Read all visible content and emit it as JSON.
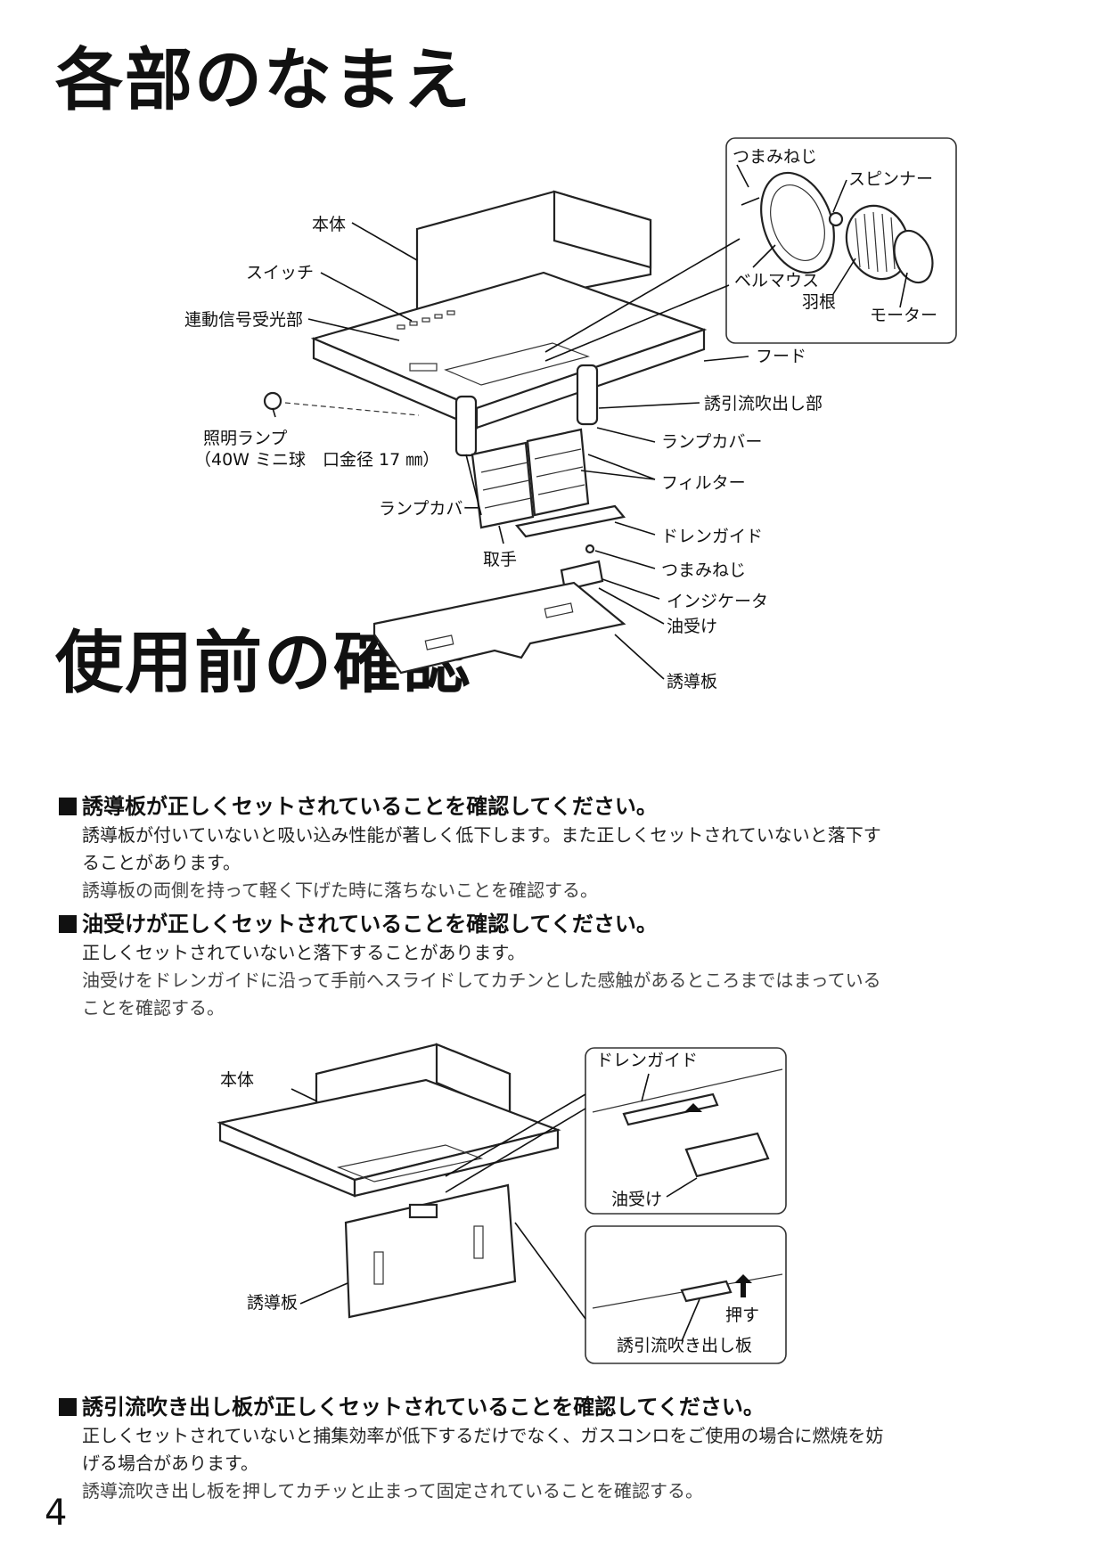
{
  "headings": {
    "parts": "各部のなまえ",
    "before_use": "使用前の確認"
  },
  "diagram1": {
    "honntai": "本体",
    "switch": "スイッチ",
    "receiver": "連動信号受光部",
    "lamp": "照明ランプ",
    "lamp_spec": "（40W ミニ球　口金径 17 ㎜）",
    "lampcover_left": "ランプカバー",
    "handle": "取手",
    "knob_screw_top": "つまみねじ",
    "spinner": "スピンナー",
    "bellmouth": "ベルマウス",
    "blade": "羽根",
    "motor": "モーター",
    "hood": "フード",
    "outlet": "誘引流吹出し部",
    "lampcover_right": "ランプカバー",
    "filter": "フィルター",
    "drainguide": "ドレンガイド",
    "knob_screw": "つまみねじ",
    "indicator": "インジケータ",
    "oilpan": "油受け",
    "guideplate": "誘導板"
  },
  "sections": [
    {
      "title": "誘導板が正しくセットされていることを確認してください。",
      "lines": [
        "誘導板が付いていないと吸い込み性能が著しく低下します。また正しくセットされていないと落下す",
        "ることがあります。"
      ],
      "sub": "誘導板の両側を持って軽く下げた時に落ちないことを確認する。"
    },
    {
      "title": "油受けが正しくセットされていることを確認してください。",
      "lines": [
        "正しくセットされていないと落下することがあります。"
      ],
      "sub_lines": [
        "油受けをドレンガイドに沿って手前へスライドしてカチンとした感触があるところまではまっている",
        "ことを確認する。"
      ]
    },
    {
      "title": "誘引流吹き出し板が正しくセットされていることを確認してください。",
      "lines": [
        "正しくセットされていないと捕集効率が低下するだけでなく、ガスコンロをご使用の場合に燃焼を妨",
        "げる場合があります。"
      ],
      "sub": "誘導流吹き出し板を押してカチッと止まって固定されていることを確認する。"
    }
  ],
  "diagram2": {
    "honntai": "本体",
    "guideplate": "誘導板",
    "drainguide": "ドレンガイド",
    "oilpan": "油受け",
    "push": "押す",
    "outlet_plate": "誘引流吹き出し板"
  },
  "page_number": "4"
}
